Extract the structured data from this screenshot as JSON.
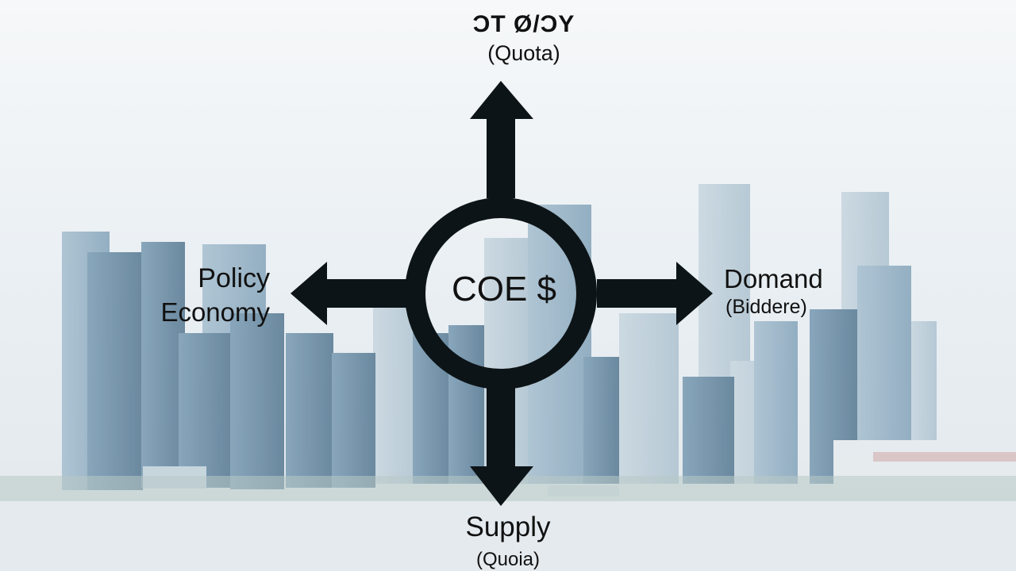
{
  "diagram": {
    "center_label": "COE $",
    "top": {
      "title": "ƆT Ø/ƆY",
      "subtitle": "(Quota)"
    },
    "left": {
      "line1": "Policy",
      "line2": "Economy"
    },
    "right": {
      "line1": "Domand",
      "line2": "(Biddere)"
    },
    "bottom": {
      "line1": "Supply",
      "line2": "(Quoia)"
    },
    "colors": {
      "ink": "#0d1417",
      "sky": "#eef3f6",
      "water": "#e4eaee",
      "building": "#6f8fa6"
    }
  }
}
